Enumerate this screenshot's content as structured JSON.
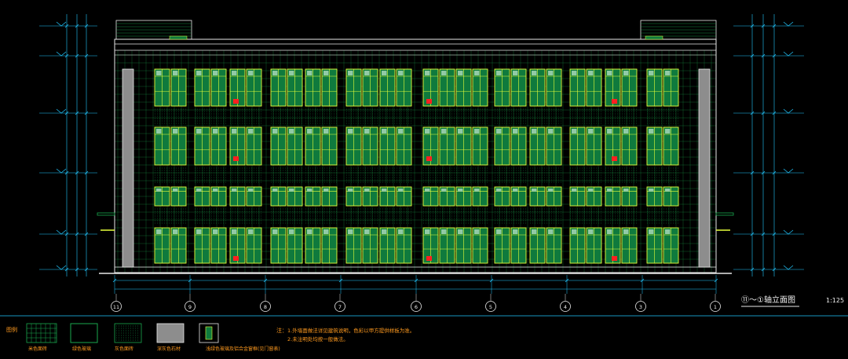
{
  "title": {
    "label": "⑪～①轴立面图",
    "scale": "1:125"
  },
  "axes": {
    "labels": [
      "11",
      "9",
      "8",
      "7",
      "6",
      "5",
      "4",
      "3",
      "1"
    ]
  },
  "legend": {
    "lead": "图例",
    "items": [
      {
        "label": "米色面砖"
      },
      {
        "label": "绿色玻璃"
      },
      {
        "label": "灰色面砖"
      },
      {
        "label": "深灰色石材"
      },
      {
        "label": "浅绿色玻璃及铝合金窗框(见门窗表)"
      }
    ]
  },
  "notes": {
    "lead": "注：",
    "lines": [
      "1.外墙面做法详见建筑说明，色彩以甲方提供样板为准。",
      "2.未注明处均按一般做法。"
    ]
  },
  "colors": {
    "background": "#000000",
    "outline": "#e8e8e8",
    "window_frame": "#e8ff3a",
    "glass": "#0f7a3d",
    "grid": "#1aa84e",
    "dimension": "#22c8ff",
    "accent": "#ff2020",
    "text": "#f0f0f0",
    "note": "#ff9a1f"
  }
}
